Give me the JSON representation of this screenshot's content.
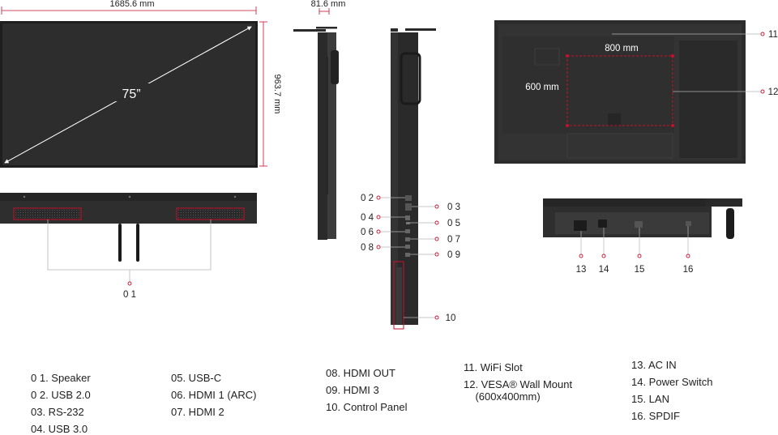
{
  "dimensions": {
    "width": "1685.6 mm",
    "height": "963.7 mm",
    "depth": "81.6 mm",
    "diagonal": "75”",
    "vesa_w": "800 mm",
    "vesa_h": "600 mm"
  },
  "callouts": {
    "c01": "0 1",
    "c02": "0 2",
    "c03": "0 3",
    "c04": "0 4",
    "c05": "0 5",
    "c06": "0 6",
    "c07": "0 7",
    "c08": "0 8",
    "c09": "0 9",
    "c10": "10",
    "c11": "11",
    "c12": "12",
    "c13": "13",
    "c14": "14",
    "c15": "15",
    "c16": "16"
  },
  "legend": {
    "col1": [
      "0 1. Speaker",
      "0 2. USB 2.0",
      "03. RS-232",
      "04. USB 3.0"
    ],
    "col2": [
      "05. USB-C",
      "06. HDMI 1 (ARC)",
      "07. HDMI 2"
    ],
    "col3": [
      "08. HDMI OUT",
      "09. HDMI 3",
      "10. Control Panel"
    ],
    "col4": [
      "11. WiFi Slot",
      "12. VESA® Wall Mount\n    (600x400mm)"
    ],
    "col5": [
      "13. AC IN",
      "14. Power Switch",
      "15. LAN",
      "16. SPDIF"
    ]
  },
  "colors": {
    "accent": "#c8102e",
    "panel_dark": "#2b2b2b",
    "body_dark": "#3a3a3a",
    "line_gray": "#b5b5b5"
  }
}
